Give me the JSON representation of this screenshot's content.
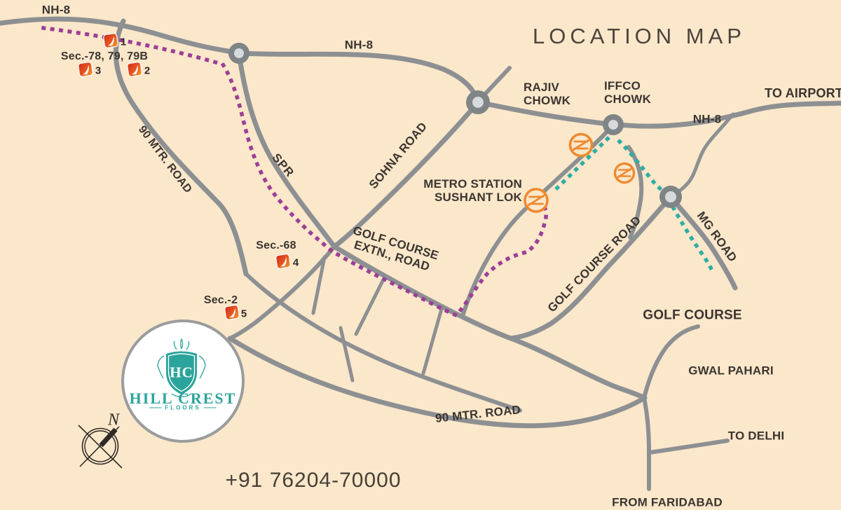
{
  "title": "LOCATION MAP",
  "phone": "+91 76204-70000",
  "colors": {
    "background": "#fbe7ca",
    "road_gray": "#8d9092",
    "roundabout_outer": "#7f8486",
    "roundabout_inner": "#d7dadb",
    "route_primary_purple": "#9c3f97",
    "route_metro_teal": "#2fada5",
    "metro_icon_orange": "#ee8a31",
    "marker_red": "#d32c1e",
    "marker_orange": "#f7a02b",
    "label_dark": "#3b3530",
    "logo_teal": "#2ba49b"
  },
  "roads": {
    "nh8_west": "NH-8",
    "nh8_mid": "NH-8",
    "nh8_east": "NH-8",
    "ninety_mtr_nw": "90 MTR. ROAD",
    "ninety_mtr_south": "90 MTR. ROAD",
    "spr": "SPR",
    "sohna": "SOHNA ROAD",
    "golf_course_extn_line1": "GOLF COURSE",
    "golf_course_extn_line2": "EXTN., ROAD",
    "golf_course_road": "GOLF COURSE ROAD",
    "mg_road": "MG ROAD"
  },
  "landmarks": {
    "rajiv_chowk": {
      "line1": "RAJIV",
      "line2": "CHOWK"
    },
    "iffco_chowk": {
      "line1": "IFFCO",
      "line2": "CHOWK"
    },
    "metro_station": {
      "line1": "METRO STATION",
      "line2": "SUSHANT LOK"
    },
    "golf_course": "GOLF COURSE",
    "gwal_pahari": "GWAL PAHARI",
    "to_airport": "TO AIRPORT",
    "to_delhi": "TO DELHI",
    "from_faridabad": "FROM FARIDABAD"
  },
  "sectors": {
    "sec_78_79_79b": "Sec.-78, 79, 79B",
    "sec_68": "Sec.-68",
    "sec_2": "Sec.-2"
  },
  "markers": [
    {
      "num": "1"
    },
    {
      "num": "2"
    },
    {
      "num": "3"
    },
    {
      "num": "4"
    },
    {
      "num": "5"
    }
  ],
  "compass": {
    "north": "N"
  },
  "logo": {
    "initials": "HC",
    "name": "HILL CREST",
    "floors": "FLOORS"
  }
}
